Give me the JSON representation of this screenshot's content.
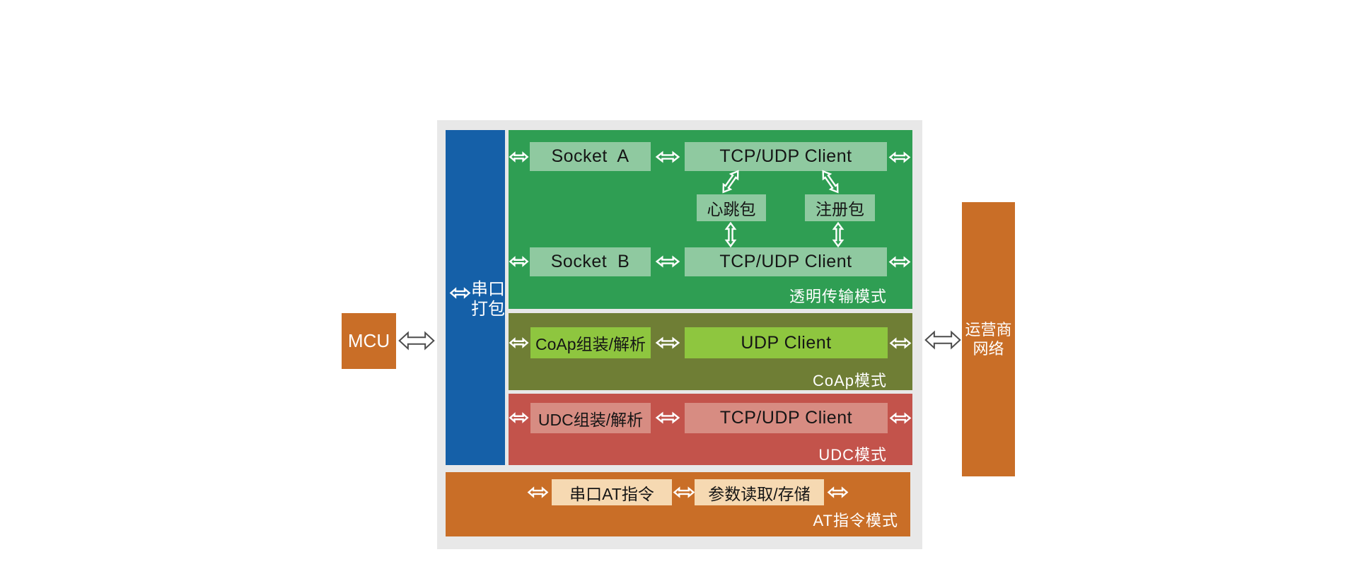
{
  "mcu": {
    "label": "MCU"
  },
  "serial_packer": {
    "line1": "串口",
    "line2": "打包"
  },
  "carrier": {
    "line1": "运营商",
    "line2": "网络"
  },
  "transparent": {
    "title": "透明传输模式",
    "socket_a": "Socket  A",
    "socket_b": "Socket  B",
    "tcp_top": "TCP/UDP Client",
    "tcp_bottom": "TCP/UDP Client",
    "heartbeat": "心跳包",
    "register": "注册包"
  },
  "coap": {
    "title": "CoAp模式",
    "assembler": "CoAp组装/解析",
    "client": "UDP Client"
  },
  "udc": {
    "title": "UDC模式",
    "assembler": "UDC组装/解析",
    "client": "TCP/UDP Client"
  },
  "at": {
    "title": "AT指令模式",
    "serial_at": "串口AT指令",
    "param_storage": "参数读取/存储"
  },
  "colors": {
    "panel_gray": "#e8e8e8",
    "blue": "#1560a8",
    "green": "#2f9e53",
    "light_green": "#8fc9a0",
    "olive": "#6f7e35",
    "bright_green": "#8ec63f",
    "red": "#c3534b",
    "salmon": "#d78c82",
    "orange": "#c96e27",
    "cream": "#f6d9b2",
    "arrow_white": "#ffffff",
    "arrow_outline": "#4d4d4d"
  }
}
